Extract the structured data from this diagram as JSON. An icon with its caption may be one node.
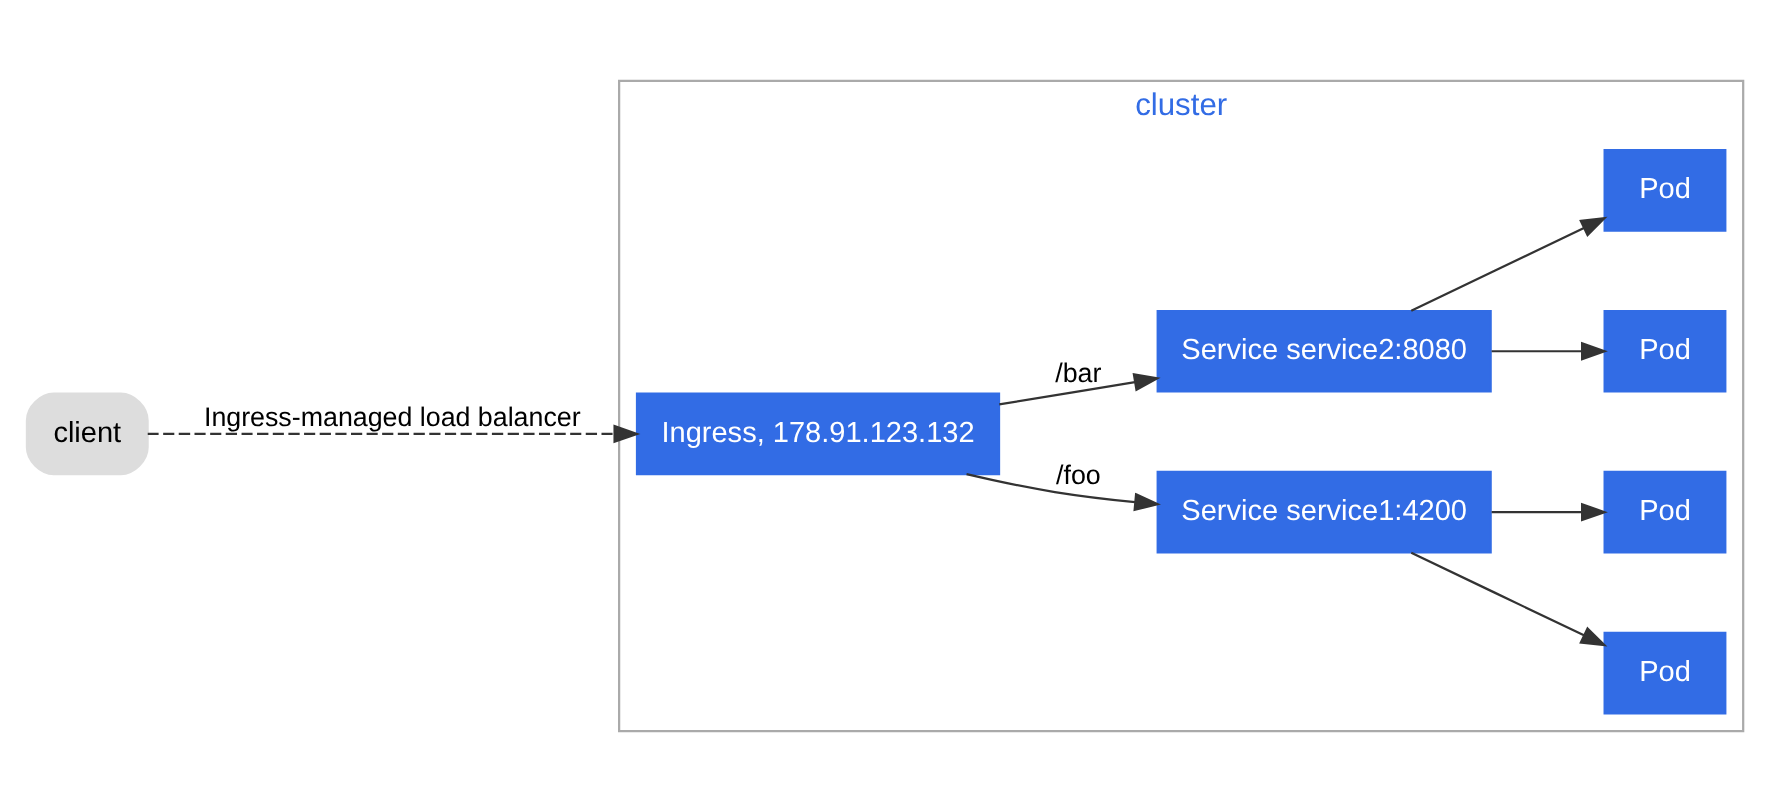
{
  "diagram": {
    "nodes": [
      {
        "text": [
          "cluster"
        ]
      },
      {
        "text": [
          "client"
        ]
      },
      {
        "text": [
          "Ingress, 178.91.123.132"
        ],
        "in": 0
      },
      {
        "text": [
          "Service service1:4200"
        ],
        "in": 0
      },
      {
        "text": [
          "Service service2:8080"
        ],
        "in": 0
      },
      {
        "text": [
          "Pod"
        ],
        "in": 0
      },
      {
        "text": [
          "Pod"
        ],
        "in": 0
      },
      {
        "text": [
          "Pod"
        ],
        "in": 0
      },
      {
        "text": [
          "Pod"
        ],
        "in": 0
      }
    ],
    "edges": [
      {
        "from": 1,
        "to": 2,
        "arrow": "to",
        "label": "Ingress-managed load balancer",
        "style": "dashed"
      },
      {
        "from": 2,
        "to": 3,
        "arrow": "to",
        "label": "/foo"
      },
      {
        "from": 2,
        "to": 4,
        "arrow": "to",
        "label": "/bar"
      },
      {
        "from": 3,
        "to": 5,
        "arrow": "to"
      },
      {
        "from": 3,
        "to": 6,
        "arrow": "to"
      },
      {
        "from": 4,
        "to": 7,
        "arrow": "to"
      },
      {
        "from": 4,
        "to": 8,
        "arrow": "to"
      }
    ]
  }
}
